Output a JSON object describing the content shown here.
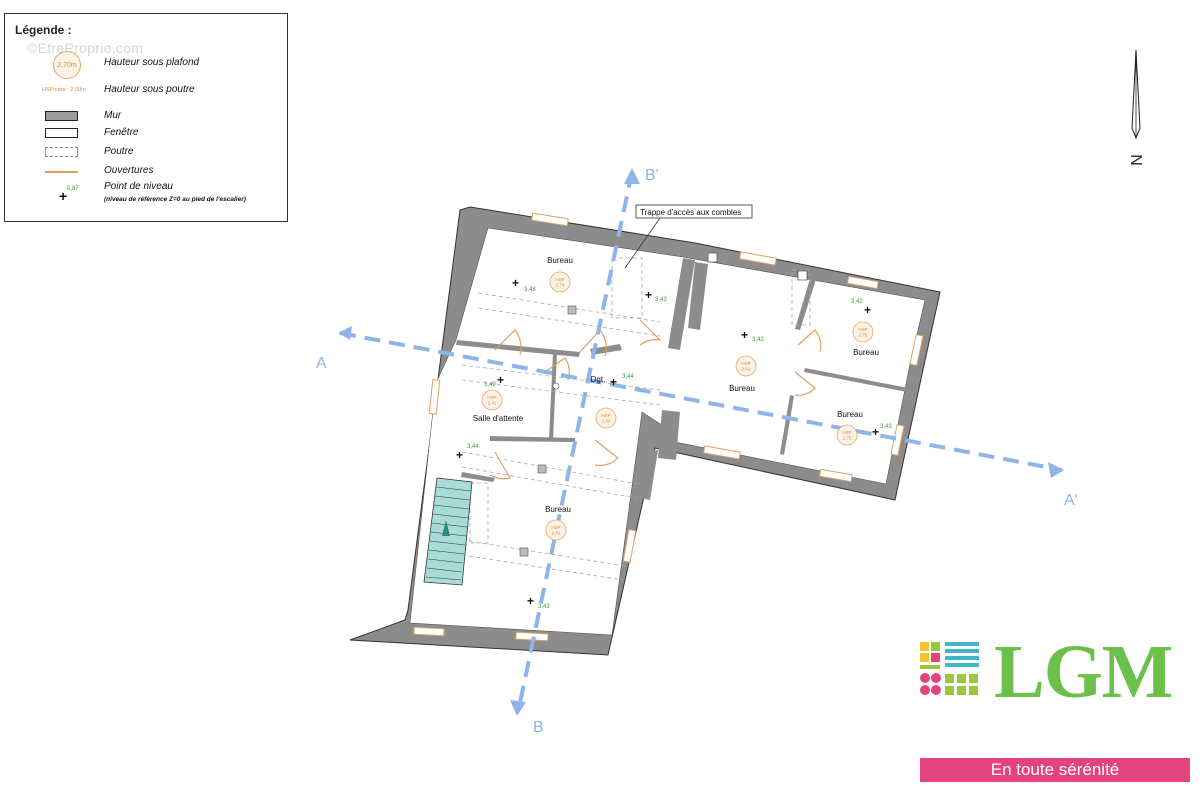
{
  "legend": {
    "title": "Légende :",
    "watermark": "©EtreProprio.com",
    "items": {
      "ceiling_height": {
        "symbol": "2,70m",
        "label": "Hauteur sous plafond"
      },
      "beam_height": {
        "symbol": "HSPoutre : 2,60m",
        "label": "Hauteur sous poutre"
      },
      "wall": {
        "label": "Mur"
      },
      "window": {
        "label": "Fenêtre"
      },
      "beam": {
        "label": "Poutre"
      },
      "openings": {
        "label": "Ouvertures"
      },
      "level_point": {
        "symbol": "0,87",
        "label": "Point de niveau",
        "note": "(niveau de référence Z=0 au pied de l'escalier)"
      }
    }
  },
  "plan": {
    "annotation": "Trappe d'accès aux combles",
    "section_labels": {
      "a_start": "A",
      "a_end": "A'",
      "b_start": "B",
      "b_end": "B'"
    },
    "rooms": {
      "bureau_top_left": "Bureau",
      "dgt": "Dgt.",
      "salle_attente": "Salle d'attente",
      "bureau_bottom": "Bureau",
      "bureau_center_right": "Bureau",
      "bureau_far_right": "Bureau",
      "bureau_lower_right": "Bureau"
    },
    "levels": {
      "l1": "3,48",
      "l2": "3,43",
      "l3": "3,49",
      "l4": "3,44",
      "l5": "3,44",
      "l6": "3,43",
      "l7": "3,42",
      "l8": "3,42",
      "l9": "3,43"
    },
    "hsp": {
      "h1": "HSP\n2,74",
      "h2": "HSP\n2,41",
      "h3": "HSP\n2,40",
      "h4": "HSP\n2,81",
      "h5": "HSP\n2,62",
      "h6": "HSP\n2,75",
      "h7": "HSP\n2,75"
    }
  },
  "north": {
    "label": "N"
  },
  "brand": {
    "name": "LGM",
    "slogan": "En toute sérénité"
  },
  "colors": {
    "wall": "#8c8c8c",
    "section_line": "#8fb4ea",
    "stairs": "#a8dcd6",
    "brand_green": "#6cc04a",
    "slogan_pink": "#e5437d"
  }
}
